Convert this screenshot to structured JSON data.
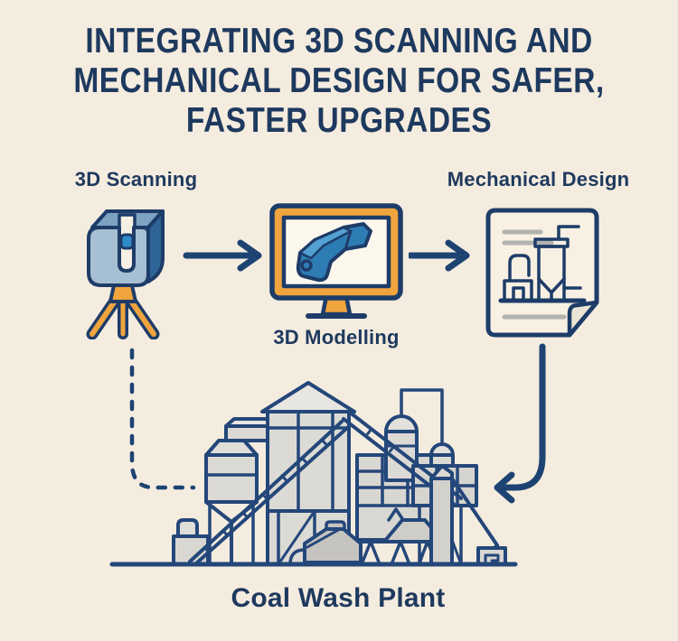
{
  "title": {
    "lines": [
      "INTEGRATING 3D SCANNING AND",
      "MECHANICAL DESIGN FOR SAFER,",
      "FASTER UPGRADES"
    ]
  },
  "steps": {
    "scanning": {
      "label": "3D Scanning",
      "icon": "laser-scanner-icon"
    },
    "modelling": {
      "label": "3D Modelling",
      "icon": "monitor-cad-icon"
    },
    "design": {
      "label": "Mechanical Design",
      "icon": "blueprint-document-icon"
    },
    "plant": {
      "label": "Coal Wash Plant",
      "icon": "coal-wash-plant-icon"
    }
  },
  "connectors": {
    "scan_to_model": "arrow-right",
    "model_to_design": "arrow-right",
    "design_to_plant": "curved-arrow-down-left",
    "scan_to_plant": "dashed-line-down-right"
  },
  "colors": {
    "background": "#f4ecdf",
    "navy_text": "#1e395e",
    "navy_line": "#1d3c68",
    "plant_line": "#24477a",
    "orange": "#f0a43e",
    "cad_blue": "#2e7cb4",
    "steel_blue": "#a7bfd2",
    "lens_blue": "#2f8cc9",
    "gray_fill": "#d9d7d2",
    "gray_doc_line": "#b2b2ae",
    "screen_white": "#fcf7ed"
  }
}
